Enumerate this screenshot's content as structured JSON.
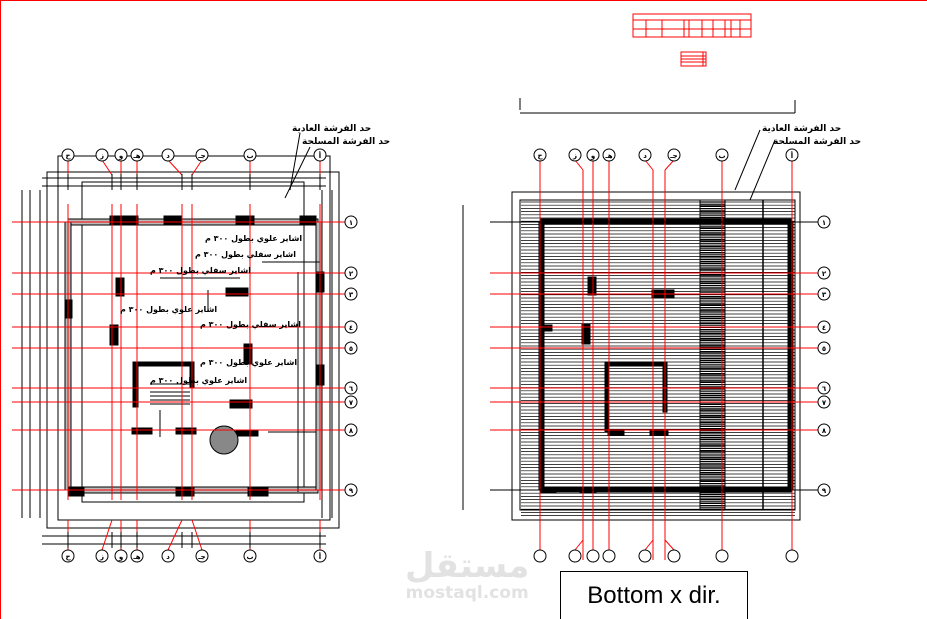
{
  "drawing": {
    "view_label": "Bottom x dir.",
    "watermark": {
      "arabic": "مستقل",
      "latin": "mostaql.com"
    },
    "colors": {
      "grid": "#ff0000",
      "lines": "#000000",
      "table": "#ff0000"
    },
    "legend_labels": {
      "ordinary_raft_limit": "حد الفرشة العادية",
      "reinforced_raft_limit": "حد الفرشة المسلحة"
    },
    "column_axes": [
      "ح",
      "ز",
      "و",
      "هـ",
      "د",
      "جـ",
      "ب",
      "أ"
    ],
    "row_axes": [
      "١",
      "٢",
      "٣",
      "٤",
      "٥",
      "٦",
      "٧",
      "٨",
      "٩"
    ],
    "notes": [
      "اشاير علوي بطول ٣٠٠ م",
      "اشاير سفلي بطول ٣٠٠ م",
      "اشاير سفلي بطول ٣٠٠ م",
      "اشاير علوي بطول ٣٠٠ م",
      "اشاير سفلي بطول ٣٠٠ م",
      "اشاير علوي بطول ٣٠٠ م",
      "اشاير علوي بطول ٣٠٠ م"
    ]
  }
}
